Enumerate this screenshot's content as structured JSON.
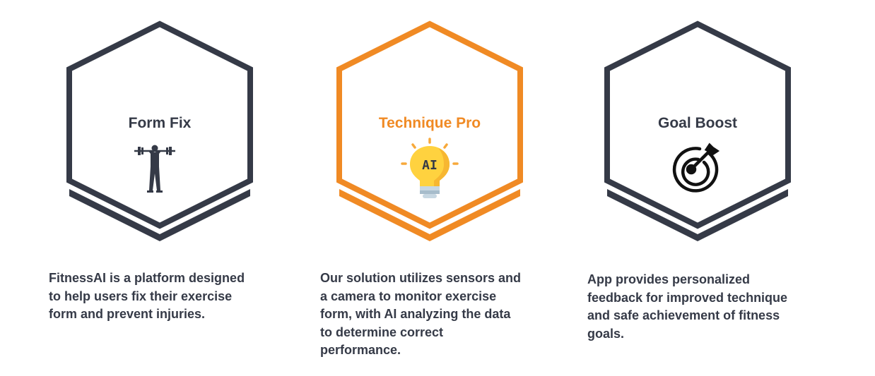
{
  "colors": {
    "dark": "#353a47",
    "orange": "#f08a24",
    "bulb_yellow": "#ffd23f"
  },
  "cards": [
    {
      "title": "Form Fix",
      "icon": "weightlifter-icon",
      "description": "FitnessAI is a platform designed\nto help users fix their exercise\nform and prevent  injuries."
    },
    {
      "title": "Technique Pro",
      "icon": "ai-lightbulb-icon",
      "icon_text": "AI",
      "description": "Our solution utilizes sensors and\na camera to monitor exercise\nform, with AI analyzing the data\nto determine correct\nperformance."
    },
    {
      "title": "Goal Boost",
      "icon": "target-dart-icon",
      "description": "App provides personalized\nfeedback for improved technique\nand safe achievement of fitness\ngoals."
    }
  ]
}
